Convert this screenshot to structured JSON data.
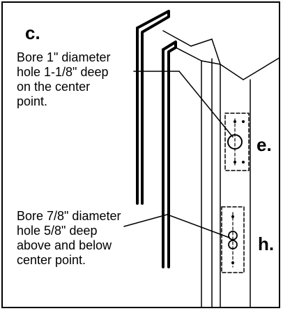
{
  "labels": {
    "step_c": "c.",
    "step_e": "e.",
    "step_h": "h."
  },
  "instructions": {
    "bore_center": [
      "Bore 1\" diameter",
      "hole 1-1/8\" deep",
      "on the center",
      "point."
    ],
    "bore_above_below": [
      "Bore 7/8\" diameter",
      "hole 5/8\" deep",
      "above and below",
      "center point."
    ]
  }
}
